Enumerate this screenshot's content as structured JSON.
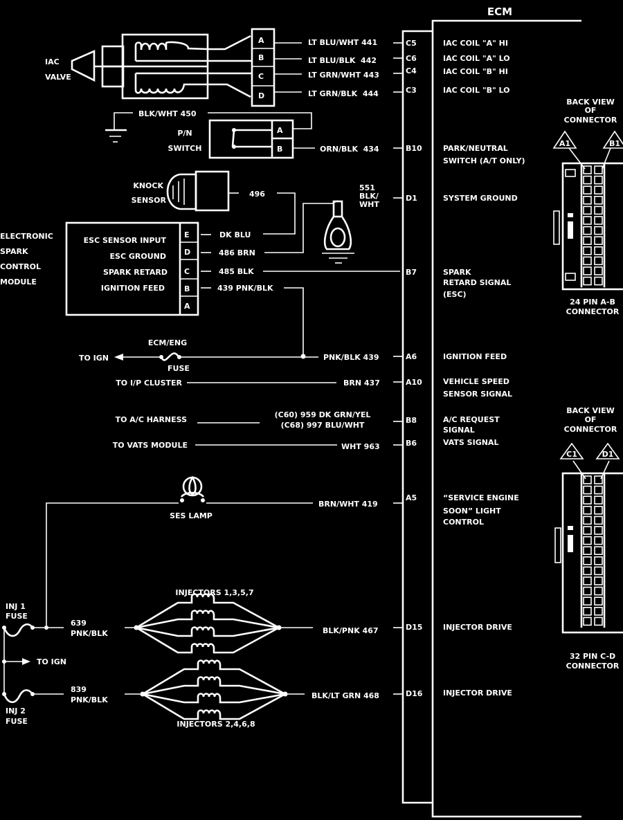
{
  "ecm": {
    "title": "ECM"
  },
  "iac": {
    "label": [
      "IAC",
      "VALVE"
    ],
    "pins": [
      "A",
      "B",
      "C",
      "D"
    ],
    "wires": [
      "LT BLU/WHT 441",
      "LT BLU/BLK  442",
      "LT GRN/WHT 443",
      "LT GRN/BLK  444"
    ]
  },
  "pn_switch": {
    "label": [
      "P/N",
      "SWITCH"
    ],
    "pins": [
      "A",
      "B"
    ],
    "ground_wire": "BLK/WHT 450",
    "wire": "ORN/BLK  434"
  },
  "knock_sensor": {
    "label": [
      "KNOCK",
      "SENSOR"
    ],
    "wire": "496"
  },
  "ground_eyelet": {
    "wire": [
      "551",
      "BLK/",
      "WHT"
    ]
  },
  "esc_module": {
    "label": [
      "ELECTRONIC",
      "SPARK",
      "CONTROL",
      "MODULE"
    ],
    "functions": [
      "ESC SENSOR INPUT",
      "ESC GROUND",
      "SPARK RETARD",
      "IGNITION FEED"
    ],
    "pins": [
      "E",
      "D",
      "C",
      "B",
      "A"
    ],
    "wires": [
      "DK BLU",
      "486 BRN",
      "485 BLK",
      "439 PNK/BLK"
    ]
  },
  "ign_fuse": {
    "top": "ECM/ENG",
    "bottom": "FUSE",
    "to": "TO IGN",
    "wire": "PNK/BLK 439"
  },
  "ip_cluster": {
    "label": "TO I/P CLUSTER",
    "wire": "BRN 437"
  },
  "ac_harness": {
    "label": "TO A/C HARNESS",
    "wire": [
      "(C60) 959 DK GRN/YEL",
      "(C68) 997 BLU/WHT"
    ]
  },
  "vats": {
    "label": "TO VATS MODULE",
    "wire": "WHT 963"
  },
  "ses_lamp": {
    "label": "SES LAMP",
    "wire": "BRN/WHT 419"
  },
  "injectors": {
    "bank1": {
      "label": "INJECTORS  1,3,5,7",
      "fuse": [
        "INJ 1",
        "FUSE"
      ],
      "feed": [
        "639",
        "PNK/BLK"
      ],
      "wire": "BLK/PNK 467"
    },
    "bank2": {
      "label": "INJECTORS 2,4,6,8",
      "fuse": [
        "INJ 2",
        "FUSE"
      ],
      "feed": [
        "839",
        "PNK/BLK"
      ],
      "wire": "BLK/LT GRN 468"
    },
    "to_ign": "TO IGN"
  },
  "ecm_pins": [
    {
      "pin": "C5",
      "desc": [
        "IAC COIL \"A\" HI"
      ]
    },
    {
      "pin": "C6",
      "desc": [
        "IAC COIL \"A\" LO"
      ]
    },
    {
      "pin": "C4",
      "desc": [
        "IAC COIL \"B\" HI"
      ]
    },
    {
      "pin": "C3",
      "desc": [
        "IAC COIL \"B\" LO"
      ]
    },
    {
      "pin": "B10",
      "desc": [
        "PARK/NEUTRAL",
        "SWITCH (A/T ONLY)"
      ]
    },
    {
      "pin": "D1",
      "desc": [
        "SYSTEM GROUND"
      ]
    },
    {
      "pin": "B7",
      "desc": [
        "SPARK",
        "RETARD SIGNAL",
        "(ESC)"
      ]
    },
    {
      "pin": "A6",
      "desc": [
        "IGNITION FEED"
      ]
    },
    {
      "pin": "A10",
      "desc": [
        "VEHICLE SPEED",
        "SENSOR SIGNAL"
      ]
    },
    {
      "pin": "B8",
      "desc": [
        "A/C REQUEST",
        "SIGNAL"
      ]
    },
    {
      "pin": "B6",
      "desc": [
        "VATS SIGNAL"
      ]
    },
    {
      "pin": "A5",
      "desc": [
        "“SERVICE ENGINE",
        "SOON”  LIGHT",
        "CONTROL"
      ]
    },
    {
      "pin": "D15",
      "desc": [
        "INJECTOR DRIVE"
      ]
    },
    {
      "pin": "D16",
      "desc": [
        "INJECTOR DRIVE"
      ]
    }
  ],
  "connectors": [
    {
      "title": [
        "BACK VIEW",
        "OF",
        "CONNECTOR"
      ],
      "pins": [
        "A1",
        "B1"
      ],
      "caption": [
        "24 PIN  A-B",
        "CONNECTOR"
      ]
    },
    {
      "title": [
        "BACK VIEW",
        "OF",
        "CONNECTOR"
      ],
      "pins": [
        "C1",
        "D1"
      ],
      "caption": [
        "32  PIN C-D",
        "CONNECTOR"
      ]
    }
  ]
}
